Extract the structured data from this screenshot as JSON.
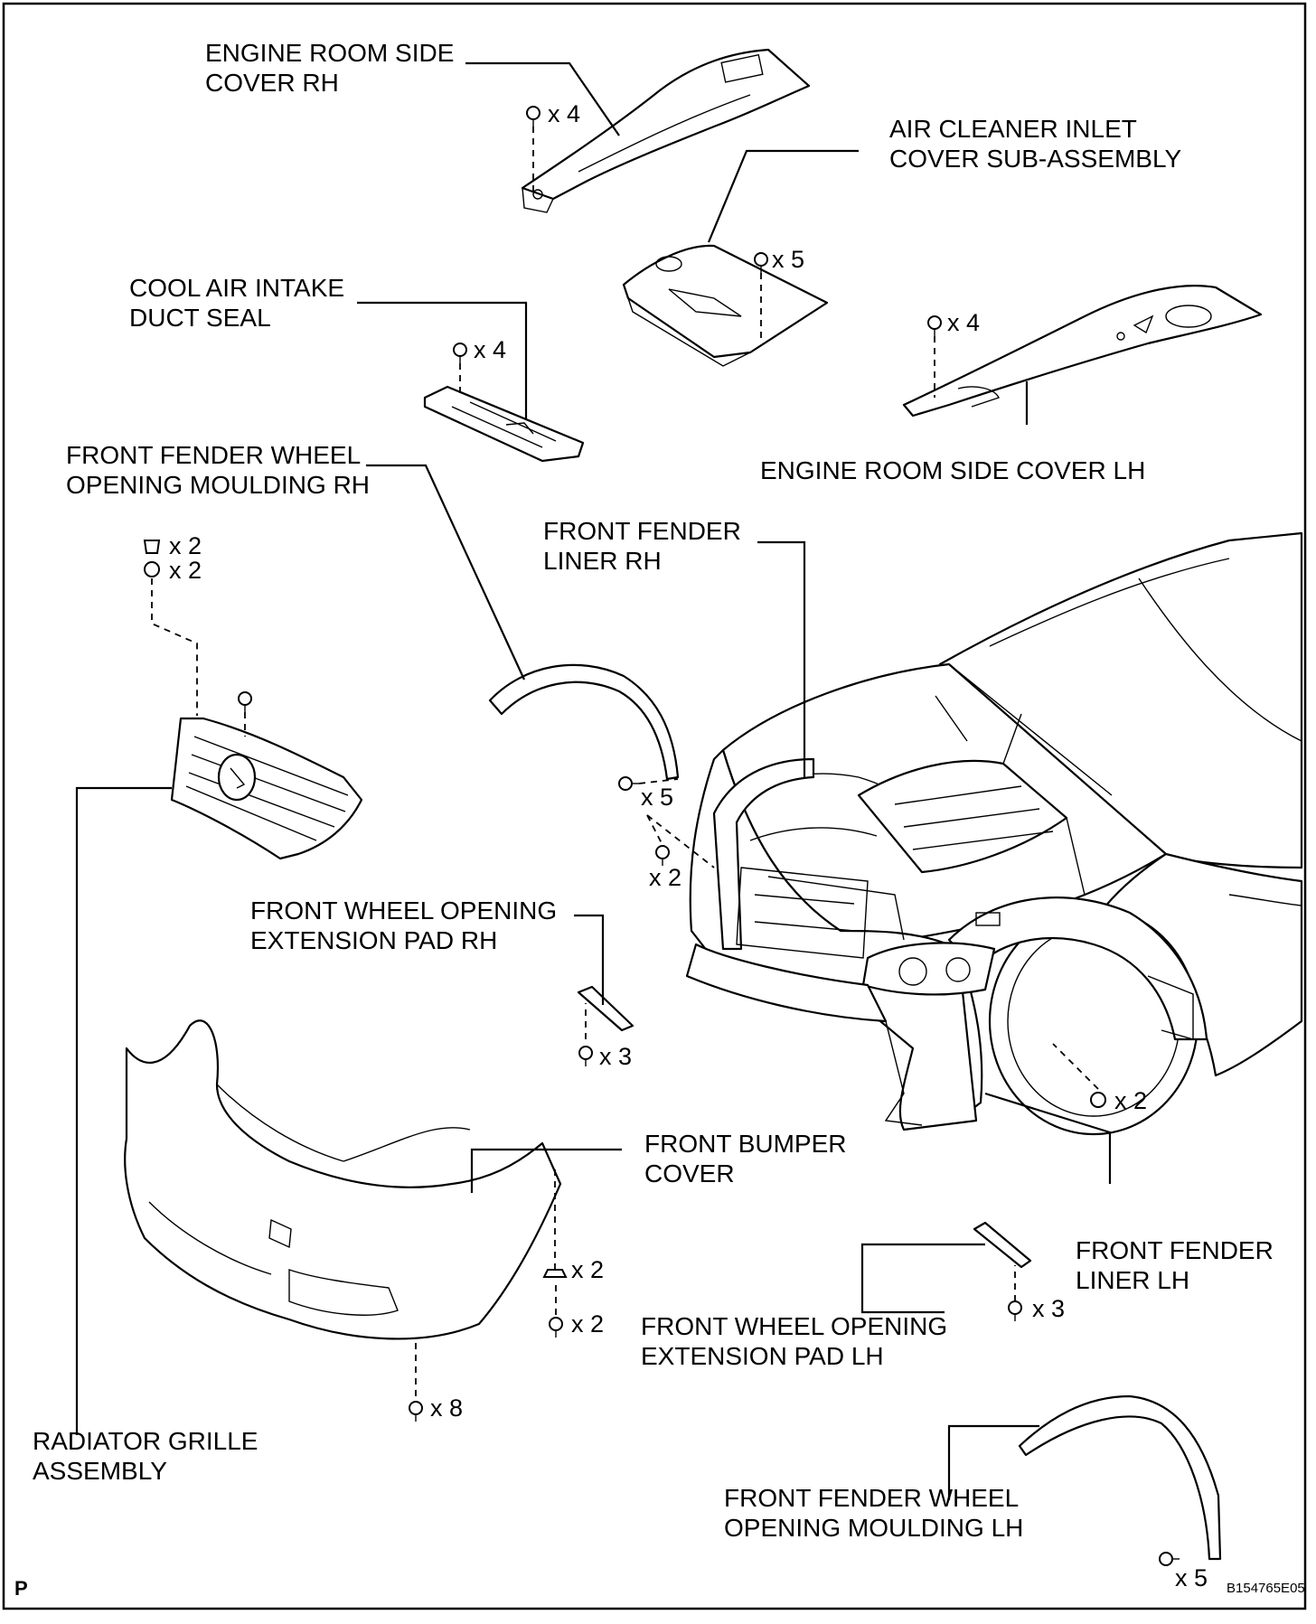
{
  "diagram": {
    "labels": {
      "engine_room_side_cover_rh": [
        "ENGINE ROOM SIDE",
        "COVER RH"
      ],
      "air_cleaner_inlet_cover": [
        "AIR CLEANER INLET",
        "COVER SUB-ASSEMBLY"
      ],
      "cool_air_intake_duct_seal": [
        "COOL AIR INTAKE",
        "DUCT SEAL"
      ],
      "engine_room_side_cover_lh": [
        "ENGINE ROOM SIDE COVER LH"
      ],
      "front_fender_wheel_opening_moulding_rh": [
        "FRONT FENDER WHEEL",
        "OPENING MOULDING RH"
      ],
      "front_fender_liner_rh": [
        "FRONT FENDER",
        "LINER RH"
      ],
      "front_wheel_opening_extension_pad_rh": [
        "FRONT WHEEL OPENING",
        "EXTENSION PAD RH"
      ],
      "front_bumper_cover": [
        "FRONT BUMPER",
        "COVER"
      ],
      "front_fender_liner_lh": [
        "FRONT FENDER",
        "LINER LH"
      ],
      "front_wheel_opening_extension_pad_lh": [
        "FRONT WHEEL OPENING",
        "EXTENSION PAD LH"
      ],
      "radiator_grille_assembly": [
        "RADIATOR GRILLE",
        "ASSEMBLY"
      ],
      "front_fender_wheel_opening_moulding_lh": [
        "FRONT FENDER WHEEL",
        "OPENING MOULDING LH"
      ]
    },
    "quantities": {
      "side_cover_rh": "x 4",
      "inlet_cover": "x 5",
      "duct_seal": "x 4",
      "side_cover_lh": "x 4",
      "grille_clip": "x 2",
      "grille_nut": "x 2",
      "moulding_rh_clip": "x 5",
      "liner_rh_screw": "x 2",
      "ext_pad_rh": "x 3",
      "liner_lh_screw": "x 2",
      "bumper_clip": "x 2",
      "bumper_screw": "x 2",
      "bumper_bottom": "x 8",
      "ext_pad_lh": "x 3",
      "moulding_lh_clip": "x 5"
    },
    "corner_left": "P",
    "corner_right": "B154765E05"
  }
}
